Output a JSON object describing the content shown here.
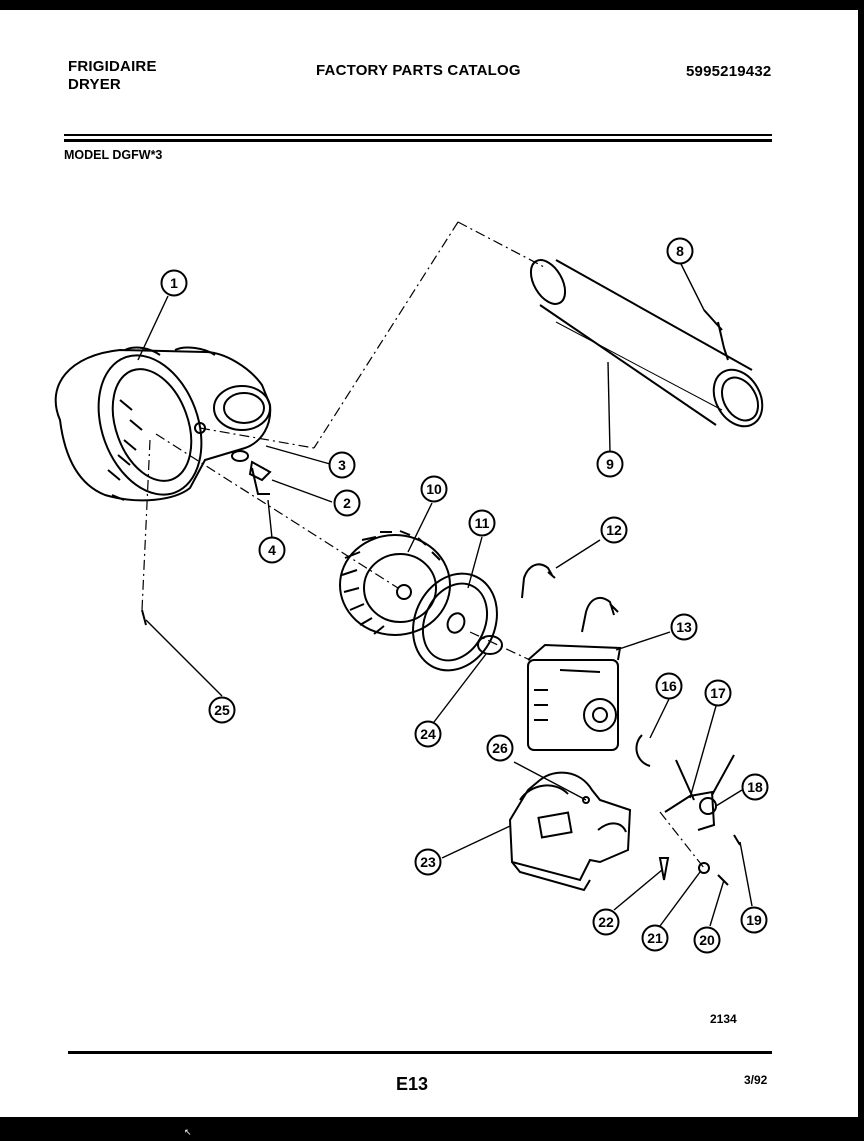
{
  "header": {
    "brand": "FRIGIDAIRE",
    "product": "DRYER",
    "catalog_title": "FACTORY PARTS CATALOG",
    "catalog_number": "5995219432",
    "model": "MODEL DGFW*3"
  },
  "callouts": [
    "1",
    "2",
    "3",
    "4",
    "8",
    "9",
    "10",
    "11",
    "12",
    "13",
    "16",
    "17",
    "18",
    "19",
    "20",
    "21",
    "22",
    "23",
    "24",
    "25",
    "26"
  ],
  "footer": {
    "figure_number": "2134",
    "page": "E13",
    "date": "3/92"
  },
  "colors": {
    "ink": "#000000",
    "paper": "#ffffff"
  }
}
